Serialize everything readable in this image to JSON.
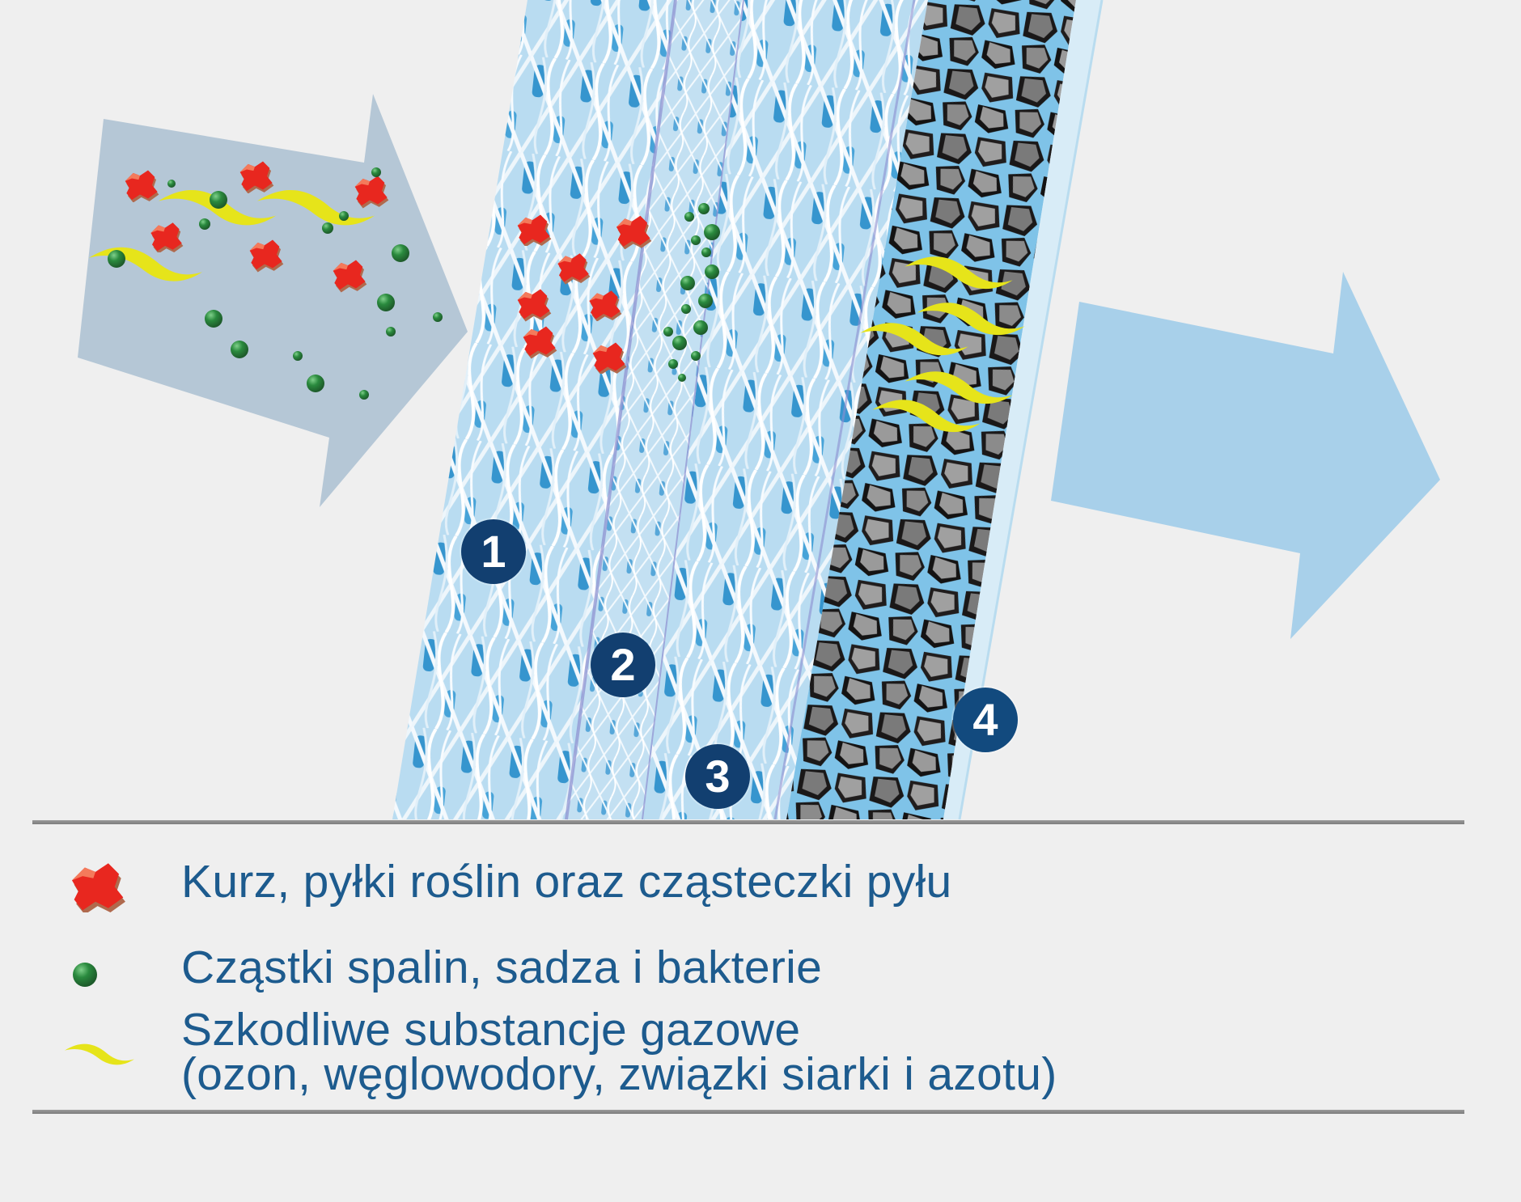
{
  "diagram": {
    "title": "Cabin air filter layers",
    "background_color": "#efefef",
    "inflow_arrow": {
      "label": "incoming-air",
      "color": "#b5c7d6"
    },
    "outflow_arrow": {
      "label": "clean-air",
      "color": "#a8d0ea"
    },
    "layers": [
      {
        "number": "1",
        "label": "layer-1-prefilter"
      },
      {
        "number": "2",
        "label": "layer-2-microfiber"
      },
      {
        "number": "3",
        "label": "layer-3-carrier"
      },
      {
        "number": "4",
        "label": "layer-4-activated-carbon"
      }
    ],
    "marker_color": "#123f70",
    "colors": {
      "dust": "#e8271f",
      "dust_shadow": "#b06a4e",
      "soot": "#2a8a3e",
      "gas": "#e6e41a",
      "fiber_bg": "#bfe0f2",
      "fiber_dark": "#1e88c8",
      "carbon_dark": "#1c1a1a",
      "carbon_light": "#8e8e8e"
    }
  },
  "legend": {
    "text_color": "#1d5b8e",
    "items": [
      {
        "icon": "dust-particle-icon",
        "text": "Kurz, pyłki roślin oraz cząsteczki pyłu"
      },
      {
        "icon": "soot-particle-icon",
        "text": "Cząstki spalin, sadza i bakterie"
      },
      {
        "icon": "gas-wave-icon",
        "text": "Szkodliwe substancje gazowe",
        "text2": "(ozon, węglowodory, związki siarki i azotu)"
      }
    ]
  }
}
